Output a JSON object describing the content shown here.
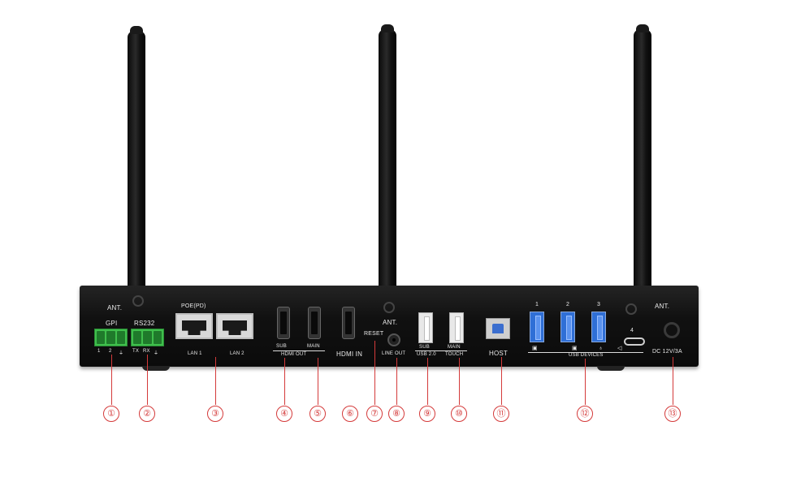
{
  "panel": {
    "ant_left": "ANT.",
    "ant_center": "ANT.",
    "ant_right": "ANT.",
    "gpi": {
      "title": "GPI",
      "pins": [
        "1",
        "2",
        "⏚"
      ]
    },
    "rs232": {
      "title": "RS232",
      "pins": [
        "TX",
        "RX",
        "⏚"
      ]
    },
    "poe": {
      "title": "POE(PD)",
      "lan1": "LAN 1",
      "lan2": "LAN 2"
    },
    "hdmi_out": {
      "sub": "SUB",
      "main": "MAIN",
      "group": "HDMI OUT"
    },
    "hdmi_in": "HDMI IN",
    "reset": "RESET",
    "line_out": "LINE OUT",
    "usb2": {
      "sub": "SUB",
      "main": "MAIN",
      "group_left": "USB 2.0",
      "group_right": "TOUCH"
    },
    "host": "HOST",
    "usb_devices": {
      "nums": [
        "1",
        "2",
        "3",
        "4"
      ],
      "group": "USB DEVICES"
    },
    "dc": "DC 12V/3A"
  },
  "callouts": [
    "①",
    "②",
    "③",
    "④",
    "⑤",
    "⑥",
    "⑦",
    "⑧",
    "⑨",
    "⑩",
    "⑪",
    "⑫",
    "⑬"
  ],
  "colors": {
    "terminal_green": "#3fbf4c",
    "usb3_blue": "#2f6fd6",
    "callout_red": "#d43a3a"
  }
}
